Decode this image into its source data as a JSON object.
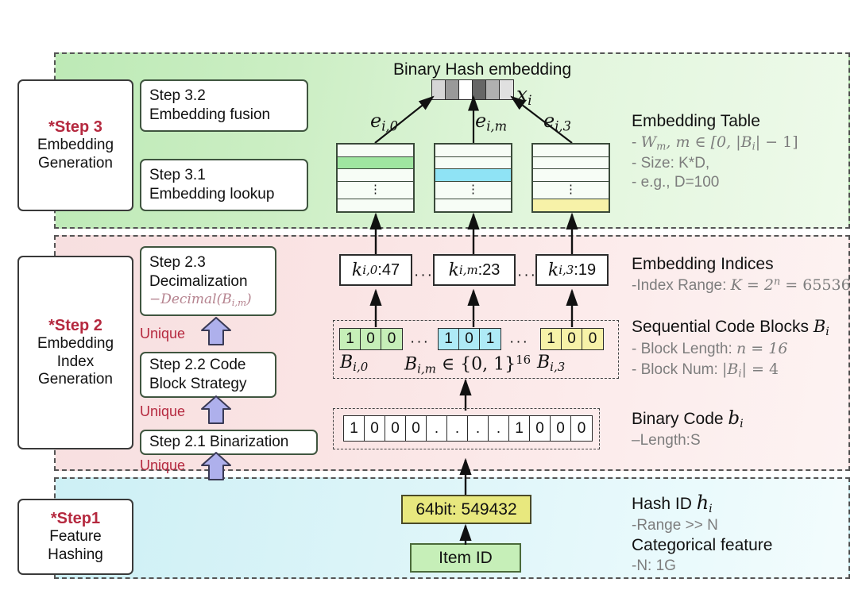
{
  "panels": {
    "step3": {
      "name": "Embedding Generation panel",
      "color": "#c8eec0"
    },
    "step2": {
      "name": "Embedding Index Generation panel",
      "color": "#f9e3e3"
    },
    "step1": {
      "name": "Feature Hashing panel",
      "color": "#d5f2f6"
    }
  },
  "stages": [
    {
      "marker": "*Step 3",
      "lines": [
        "Embedding",
        "Generation"
      ]
    },
    {
      "marker": "*Step 2",
      "lines": [
        "Embedding",
        "Index",
        "Generation"
      ]
    },
    {
      "marker": "*Step1",
      "lines": [
        "Feature",
        "Hashing"
      ]
    }
  ],
  "substeps": {
    "s32_l1": "Step 3.2",
    "s32_l2": "Embedding fusion",
    "s31_l1": "Step 3.1",
    "s31_l2": "Embedding lookup",
    "s23_l1": "Step 2.3",
    "s23_l2": "Decimalization",
    "s23_l3": "−Decimal(B",
    "s23_l3sub": "i,m",
    "s23_l3end": ")",
    "s22_l1": "Step 2.2 Code",
    "s22_l2": "Block Strategy",
    "s21": "Step 2.1 Binarization"
  },
  "unique_labels": {
    "u1": "Unique",
    "u2": "Unique",
    "u3": "Unique"
  },
  "center": {
    "hash_title": "Binary Hash embedding",
    "x_label": "x",
    "x_sub": "i",
    "hash_cells": [
      "#d6d6d6",
      "#999999",
      "#ffffff",
      "#666666",
      "#b0b0b0",
      "#e0e0e0"
    ],
    "edge_labels": [
      {
        "base": "e",
        "sub": "i,0"
      },
      {
        "base": "e",
        "sub": "i,m"
      },
      {
        "base": "e",
        "sub": "i,3"
      }
    ],
    "tables": [
      {
        "highlight_row": 2,
        "highlight_color": "#9fe6a0"
      },
      {
        "highlight_row": 3,
        "highlight_color": "#8fe3f5"
      },
      {
        "highlight_row": 5,
        "highlight_color": "#f7f2a8"
      }
    ],
    "table_dots": "⋮",
    "k_boxes": [
      {
        "base": "k",
        "sub": "i,0",
        "value": ":47"
      },
      {
        "base": "k",
        "sub": "i,m",
        "value": ":23"
      },
      {
        "base": "k",
        "sub": "i,3",
        "value": ":19"
      }
    ],
    "k_dots": [
      "···",
      "···"
    ],
    "code_blocks": [
      {
        "bits": [
          "1",
          "0",
          "0"
        ],
        "color": "#c6efb8"
      },
      {
        "bits": [
          "1",
          "0",
          "1"
        ],
        "color": "#aeeaf6"
      },
      {
        "bits": [
          "1",
          "0",
          "0"
        ],
        "color": "#f7f2a8"
      }
    ],
    "block_dots": [
      "···",
      "···"
    ],
    "block_labels": [
      {
        "base": "B",
        "sub": "i,0"
      },
      {
        "base": "B",
        "sub": "i,m",
        "tail": " ∈ {0, 1}",
        "sup": "16"
      },
      {
        "base": "B",
        "sub": "i,3"
      }
    ],
    "binary_code_bits": [
      "1",
      "0",
      "0",
      "0",
      ".",
      ".",
      ".",
      ".",
      "1",
      "0",
      "0",
      "0"
    ],
    "hash64": "64bit: 549432",
    "item_id": "Item ID"
  },
  "annotations": {
    "embedding_table": {
      "title": "Embedding Table",
      "l1_prefix": "- ",
      "l1_math_w": "W",
      "l1_math_wsub": "m",
      "l1_math_rest": ", m ∈ [0, |B",
      "l1_math_bsub": "i",
      "l1_math_tail": "| − 1]",
      "l2": "- Size: K*D,",
      "l3": "- e.g., D=100"
    },
    "embedding_indices": {
      "title": "Embedding Indices",
      "l1_prefix": "-Index Range: ",
      "l1_math": "K = 2",
      "l1_sup": "n",
      "l1_tail": " = 65536"
    },
    "code_blocks": {
      "title": "Sequential Code Blocks ",
      "title_math": "B",
      "title_sub": "i",
      "l1_prefix": "- Block Length: ",
      "l1_math": "n = 16",
      "l2_prefix": "- Block Num: ",
      "l2_math": "|B",
      "l2_sub": "i",
      "l2_tail": "| = 4"
    },
    "binary_code": {
      "title": "Binary Code ",
      "title_math": "b",
      "title_sub": "i",
      "l1": "–Length:S"
    },
    "hash_id": {
      "title": "Hash ID ",
      "title_math": "h",
      "title_sub": "i",
      "l1": "-Range >> N"
    },
    "categorical": {
      "title": "Categorical feature",
      "l1": "-N: 1G"
    }
  },
  "colors": {
    "accent_red": "#b5293f",
    "arrow_fill": "#aeb0ec",
    "panel_green": "#c8eec0",
    "panel_pink": "#f9e3e3",
    "panel_cyan": "#d5f2f6"
  }
}
